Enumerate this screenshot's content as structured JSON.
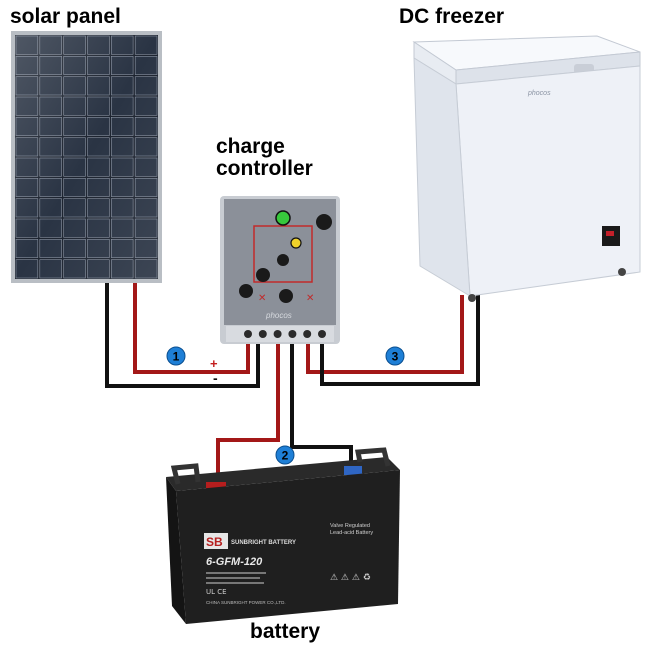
{
  "labels": {
    "solar_panel": "solar panel",
    "dc_freezer": "DC freezer",
    "charge_controller_line1": "charge",
    "charge_controller_line2": "controller",
    "battery": "battery"
  },
  "connections": [
    {
      "number": "1"
    },
    {
      "number": "2"
    },
    {
      "number": "3"
    }
  ],
  "polarity": {
    "plus": "+",
    "minus": "-"
  },
  "controller_brand": "phocos",
  "battery_text": {
    "brand": "SUNBRIGHT BATTERY",
    "logo": "SB",
    "model": "6-GFM-120",
    "spec_line1": "Valve Regulated",
    "spec_line2": "Lead-acid Battery",
    "maker": "CHINA SUNBRIGHT POWER CO.,LTD."
  },
  "colors": {
    "wire_positive": "#a31818",
    "wire_negative": "#111111",
    "badge": "#1e7fd6",
    "panel_frame": "#b9bec4",
    "panel_cell": "#1d2430",
    "freezer_body": "#eef1f7",
    "battery_case": "#1f1f1f"
  }
}
